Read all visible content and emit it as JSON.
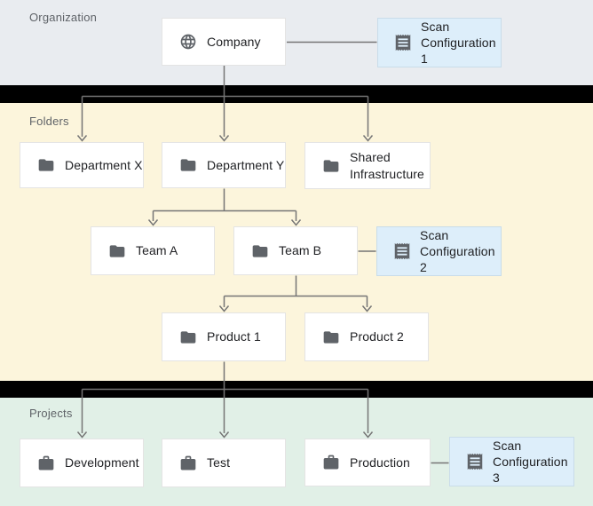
{
  "sections": [
    {
      "id": "organization",
      "label": "Organization",
      "background": "#e9ecf0"
    },
    {
      "id": "folders",
      "label": "Folders",
      "background": "#fcf5dc"
    },
    {
      "id": "projects",
      "label": "Projects",
      "background": "#e1f0e7"
    }
  ],
  "nodes": {
    "company": {
      "label": "Company",
      "icon": "globe-icon",
      "section": "organization"
    },
    "scan1": {
      "label": "Scan\nConfiguration 1",
      "icon": "receipt-icon",
      "section": "organization"
    },
    "dept_x": {
      "label": "Department X",
      "icon": "folder-icon",
      "section": "folders"
    },
    "dept_y": {
      "label": "Department Y",
      "icon": "folder-icon",
      "section": "folders"
    },
    "shared_infra": {
      "label": "Shared\nInfrastructure",
      "icon": "folder-icon",
      "section": "folders"
    },
    "team_a": {
      "label": "Team A",
      "icon": "folder-icon",
      "section": "folders"
    },
    "team_b": {
      "label": "Team B",
      "icon": "folder-icon",
      "section": "folders"
    },
    "scan2": {
      "label": "Scan\nConfiguration 2",
      "icon": "receipt-icon",
      "section": "folders"
    },
    "product_1": {
      "label": "Product 1",
      "icon": "folder-icon",
      "section": "folders"
    },
    "product_2": {
      "label": "Product 2",
      "icon": "folder-icon",
      "section": "folders"
    },
    "development": {
      "label": "Development",
      "icon": "briefcase-icon",
      "section": "projects"
    },
    "test": {
      "label": "Test",
      "icon": "briefcase-icon",
      "section": "projects"
    },
    "production": {
      "label": "Production",
      "icon": "briefcase-icon",
      "section": "projects"
    },
    "scan3": {
      "label": "Scan\nConfiguration 3",
      "icon": "receipt-icon",
      "section": "projects"
    }
  },
  "edges": [
    {
      "from": "company",
      "to": "dept_x",
      "type": "arrow"
    },
    {
      "from": "company",
      "to": "dept_y",
      "type": "arrow"
    },
    {
      "from": "company",
      "to": "shared_infra",
      "type": "arrow"
    },
    {
      "from": "dept_y",
      "to": "team_a",
      "type": "arrow"
    },
    {
      "from": "dept_y",
      "to": "team_b",
      "type": "arrow"
    },
    {
      "from": "team_b",
      "to": "product_1",
      "type": "arrow"
    },
    {
      "from": "team_b",
      "to": "product_2",
      "type": "arrow"
    },
    {
      "from": "product_1",
      "to": "development",
      "type": "arrow"
    },
    {
      "from": "product_1",
      "to": "test",
      "type": "arrow"
    },
    {
      "from": "product_1",
      "to": "production",
      "type": "arrow"
    },
    {
      "from": "company",
      "to": "scan1",
      "type": "attachment"
    },
    {
      "from": "team_b",
      "to": "scan2",
      "type": "attachment"
    },
    {
      "from": "production",
      "to": "scan3",
      "type": "attachment"
    }
  ],
  "colors": {
    "organization_bg": "#e9ecf0",
    "folders_bg": "#fcf5dc",
    "projects_bg": "#e1f0e7",
    "scan_config_bg": "#ddeefa",
    "scan_config_border": "#c9dce9",
    "node_bg": "#ffffff",
    "node_border": "#e4e4e4",
    "connector": "#757575",
    "icon": "#5f6368",
    "section_label_text": "#5f6368",
    "node_text": "#202124",
    "separator_bar": "#000000"
  }
}
